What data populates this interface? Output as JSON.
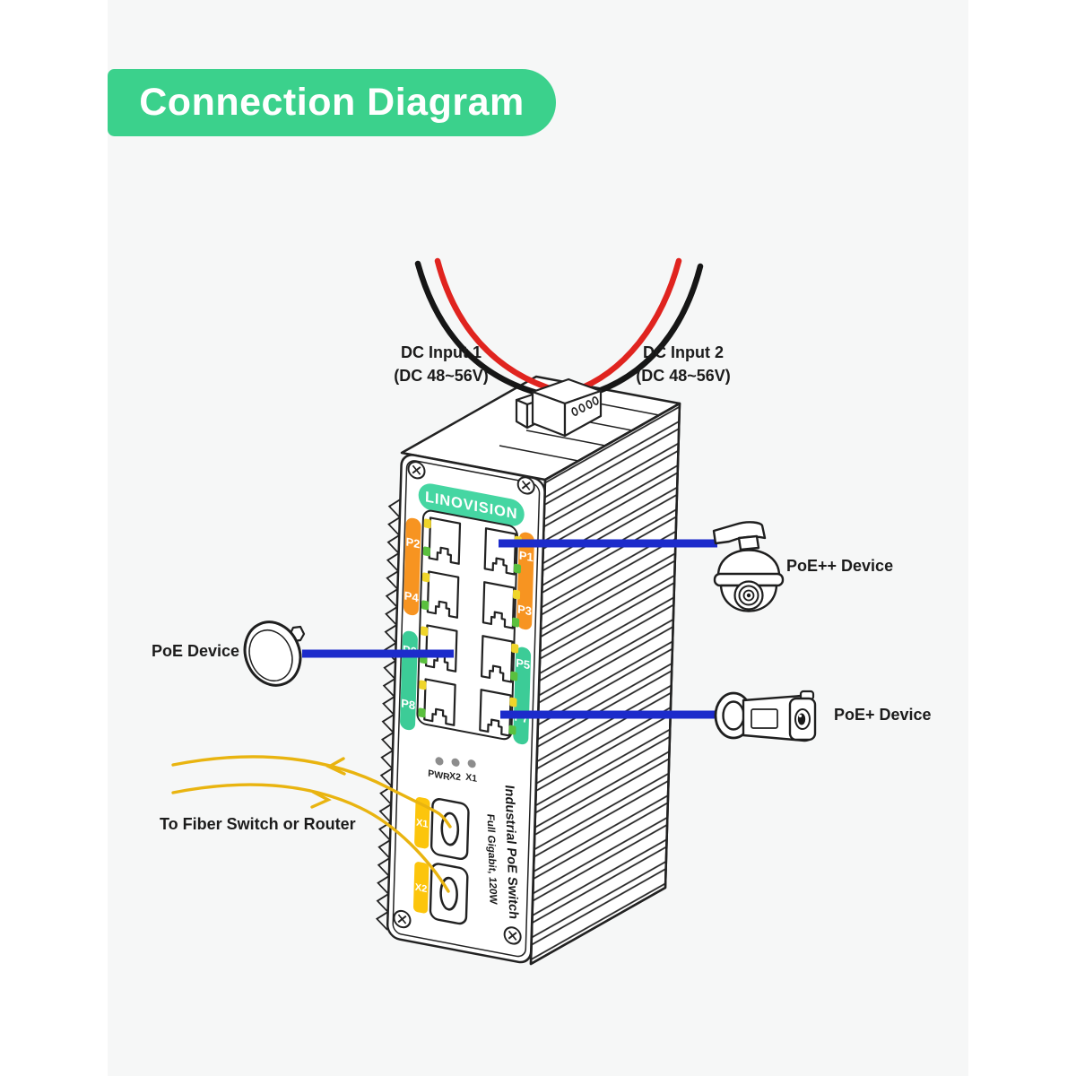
{
  "banner": {
    "title": "Connection Diagram",
    "bg_color": "#3bd18c"
  },
  "dc_inputs": [
    {
      "name": "DC Input 1",
      "range": "(DC 48~56V)"
    },
    {
      "name": "DC Input 2",
      "range": "(DC 48~56V)"
    }
  ],
  "switch_panel": {
    "brand": "LINOVISION",
    "title_vertical": "Industrial PoE Switch",
    "subtitle_vertical": "Full Gigabit, 120W",
    "status_leds": [
      "PWR",
      "X2",
      "X1"
    ],
    "ports_left": [
      "P2",
      "P4",
      "P6",
      "P8"
    ],
    "ports_right": [
      "P1",
      "P3",
      "P5",
      "P7"
    ],
    "sfp_ports": [
      "X1",
      "X2"
    ]
  },
  "connections": {
    "poe_plus_plus": {
      "label": "PoE++ Device",
      "device": "ptz-camera",
      "port": "P1"
    },
    "poe": {
      "label": "PoE Device",
      "device": "wireless-ap",
      "port": "P6"
    },
    "poe_plus": {
      "label": "PoE+ Device",
      "device": "bullet-camera",
      "port": "P7"
    },
    "fiber": {
      "label": "To Fiber Switch or Router",
      "ports": [
        "X1",
        "X2"
      ]
    }
  },
  "colors": {
    "banner_green": "#3bd18c",
    "brand_pill_green": "#45d6a2",
    "port_chip_orange": "#f79421",
    "port_chip_green": "#3ccc97",
    "sfp_chip_yellow": "#fcc50c",
    "led_yellow": "#efd52a",
    "led_green": "#5ac03e",
    "status_led_gray": "#8d8d8d",
    "ethernet_cable_blue": "#1c2bcb",
    "fiber_cable_yellow": "#e9b410",
    "dc_wire_red": "#e0241f",
    "dc_wire_black": "#161616",
    "line_art": "#1f1f1f"
  }
}
